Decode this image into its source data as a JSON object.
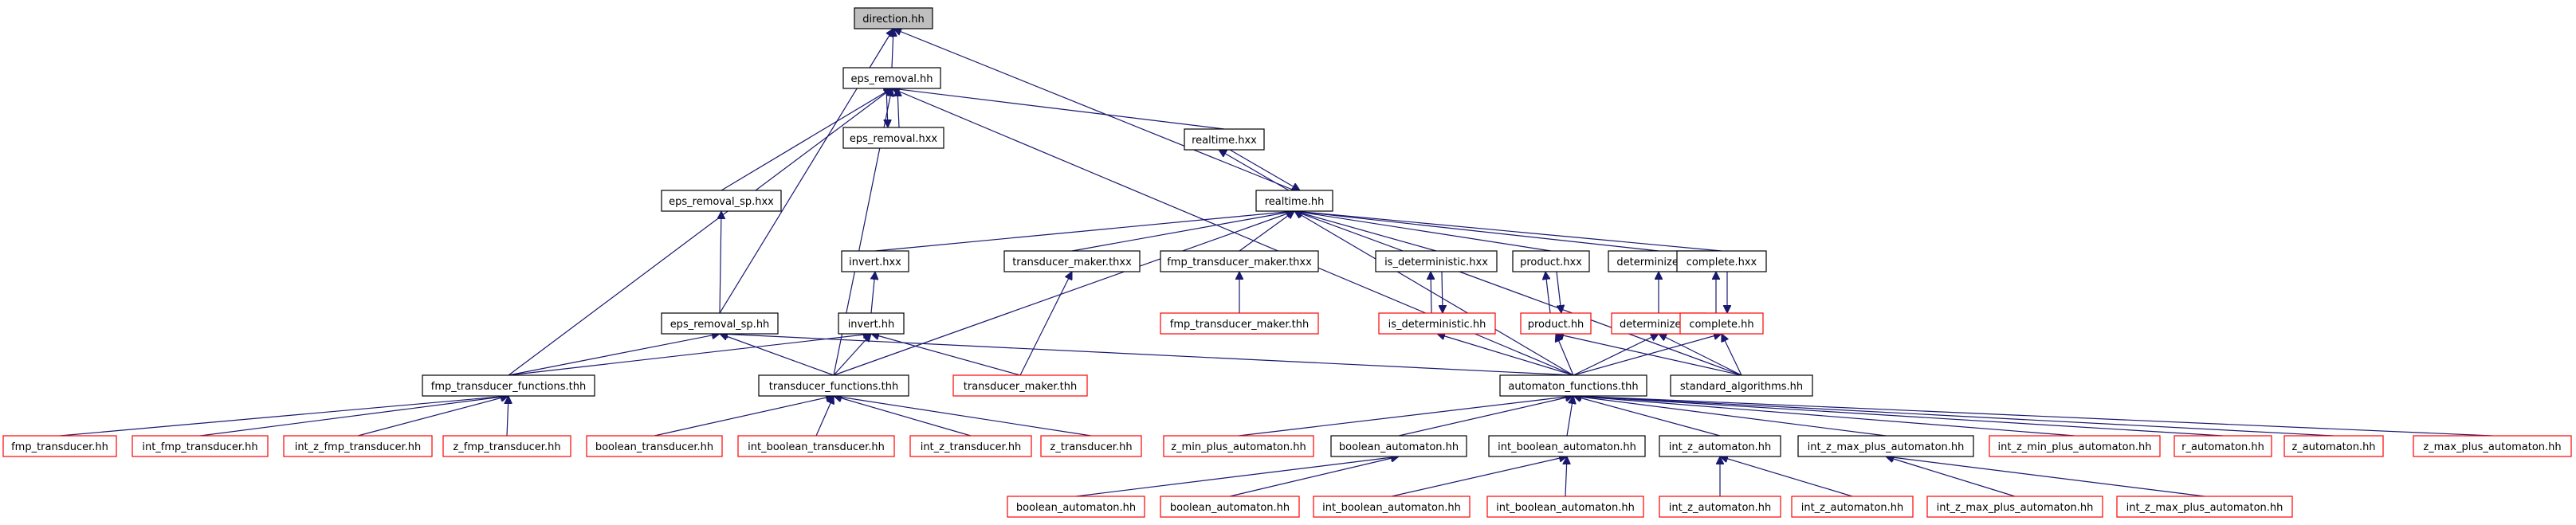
{
  "colors": {
    "edge": "#191970",
    "external_border": "#ff0000",
    "internal_border": "#000000",
    "root_fill": "#bfbfbf"
  },
  "nodes": [
    {
      "id": "direction",
      "label": "direction.hh",
      "kind": "root"
    },
    {
      "id": "eps_removal",
      "label": "eps_removal.hh",
      "kind": "normal"
    },
    {
      "id": "eps_removal_hxx",
      "label": "eps_removal.hxx",
      "kind": "normal"
    },
    {
      "id": "realtime_hxx",
      "label": "realtime.hxx",
      "kind": "normal"
    },
    {
      "id": "realtime_hh",
      "label": "realtime.hh",
      "kind": "normal"
    },
    {
      "id": "eps_removal_sp_hxx",
      "label": "eps_removal_sp.hxx",
      "kind": "normal"
    },
    {
      "id": "invert_hxx",
      "label": "invert.hxx",
      "kind": "normal"
    },
    {
      "id": "transducer_maker_thxx",
      "label": "transducer_maker.thxx",
      "kind": "normal"
    },
    {
      "id": "fmp_transducer_maker_thxx",
      "label": "fmp_transducer_maker.thxx",
      "kind": "normal"
    },
    {
      "id": "is_deterministic_hxx",
      "label": "is_deterministic.hxx",
      "kind": "normal"
    },
    {
      "id": "product_hxx",
      "label": "product.hxx",
      "kind": "normal"
    },
    {
      "id": "determinize_hxx",
      "label": "determinize.hxx",
      "kind": "normal"
    },
    {
      "id": "complete_hxx",
      "label": "complete.hxx",
      "kind": "normal"
    },
    {
      "id": "fmp_transducer_maker_thh",
      "label": "fmp_transducer_maker.thh",
      "kind": "external"
    },
    {
      "id": "is_deterministic_hh",
      "label": "is_deterministic.hh",
      "kind": "external"
    },
    {
      "id": "product_hh",
      "label": "product.hh",
      "kind": "external"
    },
    {
      "id": "determinize_hh",
      "label": "determinize.hh",
      "kind": "external"
    },
    {
      "id": "complete_hh",
      "label": "complete.hh",
      "kind": "external"
    },
    {
      "id": "eps_removal_sp_hh",
      "label": "eps_removal_sp.hh",
      "kind": "normal"
    },
    {
      "id": "invert_hh",
      "label": "invert.hh",
      "kind": "normal"
    },
    {
      "id": "transducer_maker_thh",
      "label": "transducer_maker.thh",
      "kind": "external"
    },
    {
      "id": "fmp_transducer_functions",
      "label": "fmp_transducer_functions.thh",
      "kind": "normal"
    },
    {
      "id": "transducer_functions",
      "label": "transducer_functions.thh",
      "kind": "normal"
    },
    {
      "id": "automaton_functions",
      "label": "automaton_functions.thh",
      "kind": "normal"
    },
    {
      "id": "standard_algorithms",
      "label": "standard_algorithms.hh",
      "kind": "normal"
    },
    {
      "id": "fmp_transducer_hh",
      "label": "fmp_transducer.hh",
      "kind": "external"
    },
    {
      "id": "int_fmp_transducer_hh",
      "label": "int_fmp_transducer.hh",
      "kind": "external"
    },
    {
      "id": "int_z_fmp_transducer_hh",
      "label": "int_z_fmp_transducer.hh",
      "kind": "external"
    },
    {
      "id": "z_fmp_transducer_hh",
      "label": "z_fmp_transducer.hh",
      "kind": "external"
    },
    {
      "id": "boolean_transducer_hh",
      "label": "boolean_transducer.hh",
      "kind": "external"
    },
    {
      "id": "int_boolean_transducer_hh",
      "label": "int_boolean_transducer.hh",
      "kind": "external"
    },
    {
      "id": "int_z_transducer_hh",
      "label": "int_z_transducer.hh",
      "kind": "external"
    },
    {
      "id": "z_transducer_hh",
      "label": "z_transducer.hh",
      "kind": "external"
    },
    {
      "id": "z_min_plus_automaton_hh",
      "label": "z_min_plus_automaton.hh",
      "kind": "external"
    },
    {
      "id": "boolean_automaton_hh_a",
      "label": "boolean_automaton.hh",
      "kind": "normal"
    },
    {
      "id": "int_boolean_automaton_hh_a",
      "label": "int_boolean_automaton.hh",
      "kind": "normal"
    },
    {
      "id": "int_z_automaton_hh_a",
      "label": "int_z_automaton.hh",
      "kind": "normal"
    },
    {
      "id": "int_z_max_plus_automaton_hh_a",
      "label": "int_z_max_plus_automaton.hh",
      "kind": "normal"
    },
    {
      "id": "int_z_min_plus_automaton_hh",
      "label": "int_z_min_plus_automaton.hh",
      "kind": "external"
    },
    {
      "id": "r_automaton_hh",
      "label": "r_automaton.hh",
      "kind": "external"
    },
    {
      "id": "z_automaton_hh",
      "label": "z_automaton.hh",
      "kind": "external"
    },
    {
      "id": "z_max_plus_automaton_hh",
      "label": "z_max_plus_automaton.hh",
      "kind": "external"
    },
    {
      "id": "boolean_automaton_hh_b",
      "label": "boolean_automaton.hh",
      "kind": "external"
    },
    {
      "id": "boolean_automaton_hh_c",
      "label": "boolean_automaton.hh",
      "kind": "external"
    },
    {
      "id": "int_boolean_automaton_hh_b",
      "label": "int_boolean_automaton.hh",
      "kind": "external"
    },
    {
      "id": "int_boolean_automaton_hh_c",
      "label": "int_boolean_automaton.hh",
      "kind": "external"
    },
    {
      "id": "int_z_automaton_hh_b",
      "label": "int_z_automaton.hh",
      "kind": "external"
    },
    {
      "id": "int_z_automaton_hh_c",
      "label": "int_z_automaton.hh",
      "kind": "external"
    },
    {
      "id": "int_z_max_plus_automaton_hh_b",
      "label": "int_z_max_plus_automaton.hh",
      "kind": "external"
    },
    {
      "id": "int_z_max_plus_automaton_hh_c",
      "label": "int_z_max_plus_automaton.hh",
      "kind": "external"
    }
  ],
  "edges": [
    [
      "eps_removal",
      "direction"
    ],
    [
      "eps_removal_sp_hh",
      "direction"
    ],
    [
      "realtime_hh",
      "direction"
    ],
    [
      "eps_removal_hxx",
      "eps_removal"
    ],
    [
      "eps_removal",
      "eps_removal_hxx"
    ],
    [
      "realtime_hxx",
      "eps_removal"
    ],
    [
      "eps_removal_sp_hxx",
      "eps_removal"
    ],
    [
      "fmp_transducer_functions",
      "eps_removal"
    ],
    [
      "transducer_functions",
      "eps_removal"
    ],
    [
      "automaton_functions",
      "eps_removal"
    ],
    [
      "realtime_hh",
      "realtime_hxx"
    ],
    [
      "realtime_hxx",
      "realtime_hh"
    ],
    [
      "eps_removal_sp_hh",
      "eps_removal_sp_hxx"
    ],
    [
      "invert_hxx",
      "realtime_hh"
    ],
    [
      "transducer_maker_thxx",
      "realtime_hh"
    ],
    [
      "fmp_transducer_maker_thxx",
      "realtime_hh"
    ],
    [
      "is_deterministic_hxx",
      "realtime_hh"
    ],
    [
      "product_hxx",
      "realtime_hh"
    ],
    [
      "determinize_hxx",
      "realtime_hh"
    ],
    [
      "complete_hxx",
      "realtime_hh"
    ],
    [
      "standard_algorithms",
      "realtime_hh"
    ],
    [
      "automaton_functions",
      "realtime_hh"
    ],
    [
      "transducer_functions",
      "realtime_hh"
    ],
    [
      "fmp_transducer_maker_thh",
      "fmp_transducer_maker_thxx"
    ],
    [
      "transducer_maker_thh",
      "transducer_maker_thxx"
    ],
    [
      "invert_hh",
      "invert_hxx"
    ],
    [
      "is_deterministic_hh",
      "is_deterministic_hxx"
    ],
    [
      "is_deterministic_hxx",
      "is_deterministic_hh"
    ],
    [
      "product_hh",
      "product_hxx"
    ],
    [
      "product_hxx",
      "product_hh"
    ],
    [
      "determinize_hh",
      "determinize_hxx"
    ],
    [
      "complete_hh",
      "complete_hxx"
    ],
    [
      "complete_hxx",
      "complete_hh"
    ],
    [
      "automaton_functions",
      "is_deterministic_hh"
    ],
    [
      "automaton_functions",
      "product_hh"
    ],
    [
      "standard_algorithms",
      "product_hh"
    ],
    [
      "automaton_functions",
      "determinize_hh"
    ],
    [
      "standard_algorithms",
      "determinize_hh"
    ],
    [
      "automaton_functions",
      "complete_hh"
    ],
    [
      "standard_algorithms",
      "complete_hh"
    ],
    [
      "fmp_transducer_functions",
      "eps_removal_sp_hh"
    ],
    [
      "transducer_functions",
      "eps_removal_sp_hh"
    ],
    [
      "automaton_functions",
      "eps_removal_sp_hh"
    ],
    [
      "fmp_transducer_functions",
      "invert_hh"
    ],
    [
      "transducer_functions",
      "invert_hh"
    ],
    [
      "transducer_maker_thh",
      "invert_hh"
    ],
    [
      "fmp_transducer_hh",
      "fmp_transducer_functions"
    ],
    [
      "int_fmp_transducer_hh",
      "fmp_transducer_functions"
    ],
    [
      "int_z_fmp_transducer_hh",
      "fmp_transducer_functions"
    ],
    [
      "z_fmp_transducer_hh",
      "fmp_transducer_functions"
    ],
    [
      "boolean_transducer_hh",
      "transducer_functions"
    ],
    [
      "int_boolean_transducer_hh",
      "transducer_functions"
    ],
    [
      "int_z_transducer_hh",
      "transducer_functions"
    ],
    [
      "z_transducer_hh",
      "transducer_functions"
    ],
    [
      "z_min_plus_automaton_hh",
      "automaton_functions"
    ],
    [
      "boolean_automaton_hh_a",
      "automaton_functions"
    ],
    [
      "int_boolean_automaton_hh_a",
      "automaton_functions"
    ],
    [
      "int_z_automaton_hh_a",
      "automaton_functions"
    ],
    [
      "int_z_max_plus_automaton_hh_a",
      "automaton_functions"
    ],
    [
      "int_z_min_plus_automaton_hh",
      "automaton_functions"
    ],
    [
      "r_automaton_hh",
      "automaton_functions"
    ],
    [
      "z_automaton_hh",
      "automaton_functions"
    ],
    [
      "z_max_plus_automaton_hh",
      "automaton_functions"
    ],
    [
      "boolean_automaton_hh_b",
      "boolean_automaton_hh_a"
    ],
    [
      "boolean_automaton_hh_c",
      "boolean_automaton_hh_a"
    ],
    [
      "int_boolean_automaton_hh_b",
      "int_boolean_automaton_hh_a"
    ],
    [
      "int_boolean_automaton_hh_c",
      "int_boolean_automaton_hh_a"
    ],
    [
      "int_z_automaton_hh_b",
      "int_z_automaton_hh_a"
    ],
    [
      "int_z_automaton_hh_c",
      "int_z_automaton_hh_a"
    ],
    [
      "int_z_max_plus_automaton_hh_b",
      "int_z_max_plus_automaton_hh_a"
    ],
    [
      "int_z_max_plus_automaton_hh_c",
      "int_z_max_plus_automaton_hh_a"
    ]
  ]
}
